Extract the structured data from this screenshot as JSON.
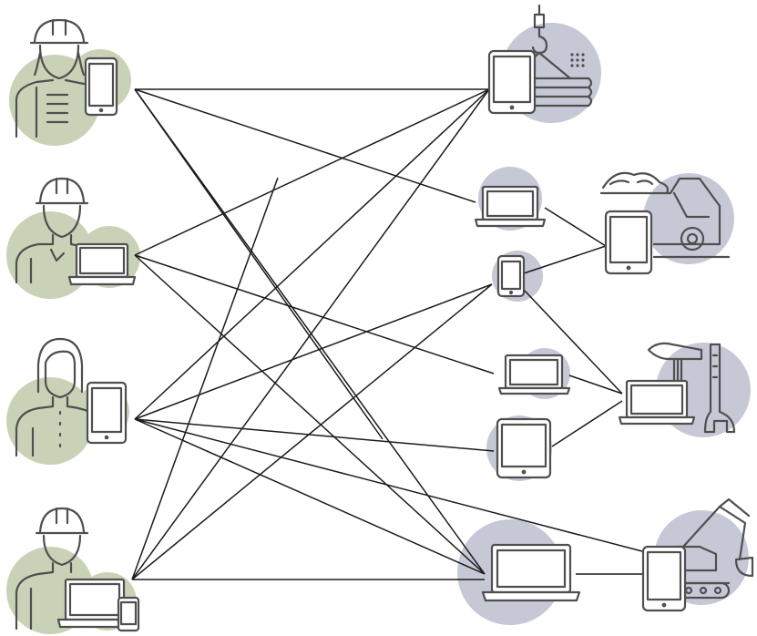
{
  "colors": {
    "worker_circle": "#c9d2b6",
    "device_circle": "#c6c8d6",
    "line": "#1b1b1b",
    "icon_stroke": "#4f4f4f"
  },
  "workers": [
    {
      "id": "w1",
      "person_icon": "hard-hat-worker-vest-icon",
      "device_icon": "tablet-icon"
    },
    {
      "id": "w2",
      "person_icon": "hard-hat-worker-icon",
      "device_icon": "laptop-icon"
    },
    {
      "id": "w3",
      "person_icon": "office-worker-woman-icon",
      "device_icon": "tablet-icon"
    },
    {
      "id": "w4",
      "person_icon": "hard-hat-worker-icon",
      "device_icon": "laptop-and-phone-icon"
    }
  ],
  "devices": [
    {
      "id": "d1",
      "icon": "tablet-icon",
      "context_icon": "crane-hook-pipes-icon"
    },
    {
      "id": "d2",
      "icon": "laptop-icon"
    },
    {
      "id": "d3",
      "icon": "phone-icon"
    },
    {
      "id": "d4",
      "icon": "laptop-icon"
    },
    {
      "id": "d5",
      "icon": "tablet-icon"
    },
    {
      "id": "d6",
      "icon": "laptop-icon"
    }
  ],
  "equipment": [
    {
      "id": "e1",
      "icon": "dump-truck-icon",
      "device_icon": "tablet-icon"
    },
    {
      "id": "e2",
      "icon": "hammer-wrench-icon",
      "device_icon": "laptop-icon"
    },
    {
      "id": "e3",
      "icon": "excavator-icon",
      "device_icon": "tablet-icon"
    }
  ],
  "connections": [
    [
      "w1",
      "d1"
    ],
    [
      "w1",
      "d2"
    ],
    [
      "w1",
      "d4"
    ],
    [
      "w1",
      "d6"
    ],
    [
      "w2",
      "d1"
    ],
    [
      "w2",
      "d4"
    ],
    [
      "w2",
      "d6"
    ],
    [
      "w3",
      "d1"
    ],
    [
      "w3",
      "d3"
    ],
    [
      "w3",
      "d5"
    ],
    [
      "w3",
      "d6"
    ],
    [
      "w3",
      "e3"
    ],
    [
      "w4",
      "d1"
    ],
    [
      "w4",
      "d2"
    ],
    [
      "w4",
      "d3"
    ],
    [
      "w4",
      "d6"
    ],
    [
      "d2",
      "e1"
    ],
    [
      "d3",
      "e1"
    ],
    [
      "d3",
      "e2"
    ],
    [
      "d4",
      "e2"
    ],
    [
      "d5",
      "e2"
    ],
    [
      "d6",
      "e3"
    ]
  ]
}
